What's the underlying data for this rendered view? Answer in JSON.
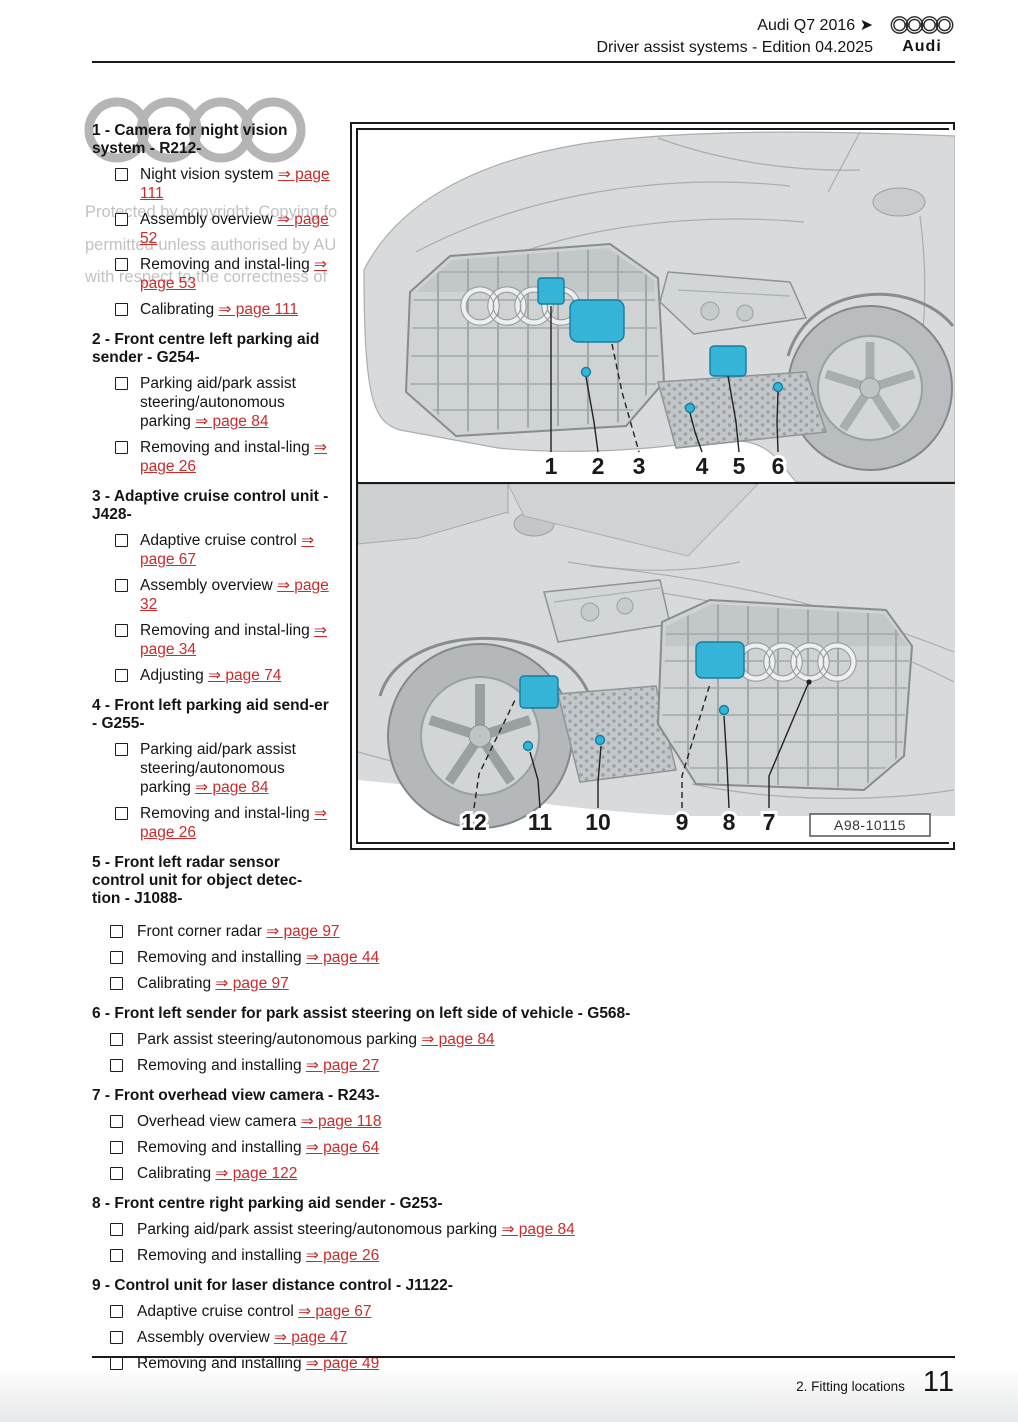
{
  "header": {
    "model_line": "Audi Q7 2016 ➤",
    "doc_line": "Driver assist systems - Edition 04.2025",
    "brand_wordmark": "Audi"
  },
  "watermark": {
    "lines": [
      "Protected by copyright. Copying fo",
      "permitted unless authorised by AU",
      "with respect to the correctness of"
    ]
  },
  "items": [
    {
      "title": "1 - Camera for night vision system - R212-",
      "entries": [
        {
          "label": "Night vision system",
          "link": "⇒ page 111"
        },
        {
          "label": "Assembly overview",
          "link": "⇒ page 52"
        },
        {
          "label": "Removing and instal-ling",
          "link": "⇒ page 53"
        },
        {
          "label": "Calibrating",
          "link": "⇒ page 111"
        }
      ]
    },
    {
      "title": "2 - Front centre left parking aid sender - G254-",
      "entries": [
        {
          "label": "Parking aid/park assist steering/autonomous parking",
          "link": "⇒ page 84"
        },
        {
          "label": "Removing and instal-ling",
          "link": "⇒ page 26"
        }
      ]
    },
    {
      "title": "3 - Adaptive cruise control unit - J428-",
      "entries": [
        {
          "label": "Adaptive cruise control",
          "link": "⇒ page 67"
        },
        {
          "label": "Assembly overview",
          "link": "⇒ page 32"
        },
        {
          "label": "Removing and instal-ling",
          "link": "⇒ page 34"
        },
        {
          "label": "Adjusting",
          "link": "⇒ page 74"
        }
      ]
    },
    {
      "title": "4 - Front left parking aid send-er - G255-",
      "entries": [
        {
          "label": "Parking aid/park assist steering/autonomous parking",
          "link": "⇒ page 84"
        },
        {
          "label": "Removing and instal-ling",
          "link": "⇒ page 26"
        }
      ]
    },
    {
      "title": "5 - Front left radar sensor control unit for object detec-tion - J1088-",
      "entries": [
        {
          "label": "Front corner radar",
          "link": "⇒ page 97"
        },
        {
          "label": "Removing and installing",
          "link": "⇒ page 44"
        },
        {
          "label": "Calibrating",
          "link": "⇒ page 97"
        }
      ]
    },
    {
      "title": "6 - Front left sender for park assist steering on left side of vehicle - G568-",
      "entries": [
        {
          "label": "Park assist steering/autonomous parking",
          "link": "⇒ page 84"
        },
        {
          "label": "Removing and installing",
          "link": "⇒ page 27"
        }
      ]
    },
    {
      "title": "7 - Front overhead view camera - R243-",
      "entries": [
        {
          "label": "Overhead view camera",
          "link": "⇒ page 118"
        },
        {
          "label": "Removing and installing",
          "link": "⇒ page 64"
        },
        {
          "label": "Calibrating",
          "link": "⇒ page 122"
        }
      ]
    },
    {
      "title": "8 - Front centre right parking aid sender - G253-",
      "entries": [
        {
          "label": "Parking aid/park assist steering/autonomous parking",
          "link": "⇒ page 84"
        },
        {
          "label": "Removing and installing",
          "link": "⇒ page 26"
        }
      ]
    },
    {
      "title": "9 - Control unit for laser distance control - J1122-",
      "entries": [
        {
          "label": "Adaptive cruise control",
          "link": "⇒ page 67"
        },
        {
          "label": "Assembly overview",
          "link": "⇒ page 47"
        },
        {
          "label": "Removing and installing",
          "link": "⇒ page 49"
        }
      ]
    }
  ],
  "figure": {
    "top_callouts": [
      "1",
      "2",
      "3",
      "4",
      "5",
      "6"
    ],
    "bottom_callouts": [
      "12",
      "11",
      "10",
      "9",
      "8",
      "7"
    ],
    "tag": "A98-10115",
    "highlight_color": "#35b4d8"
  },
  "footer": {
    "section": "2. Fitting locations",
    "page_number": "11"
  }
}
